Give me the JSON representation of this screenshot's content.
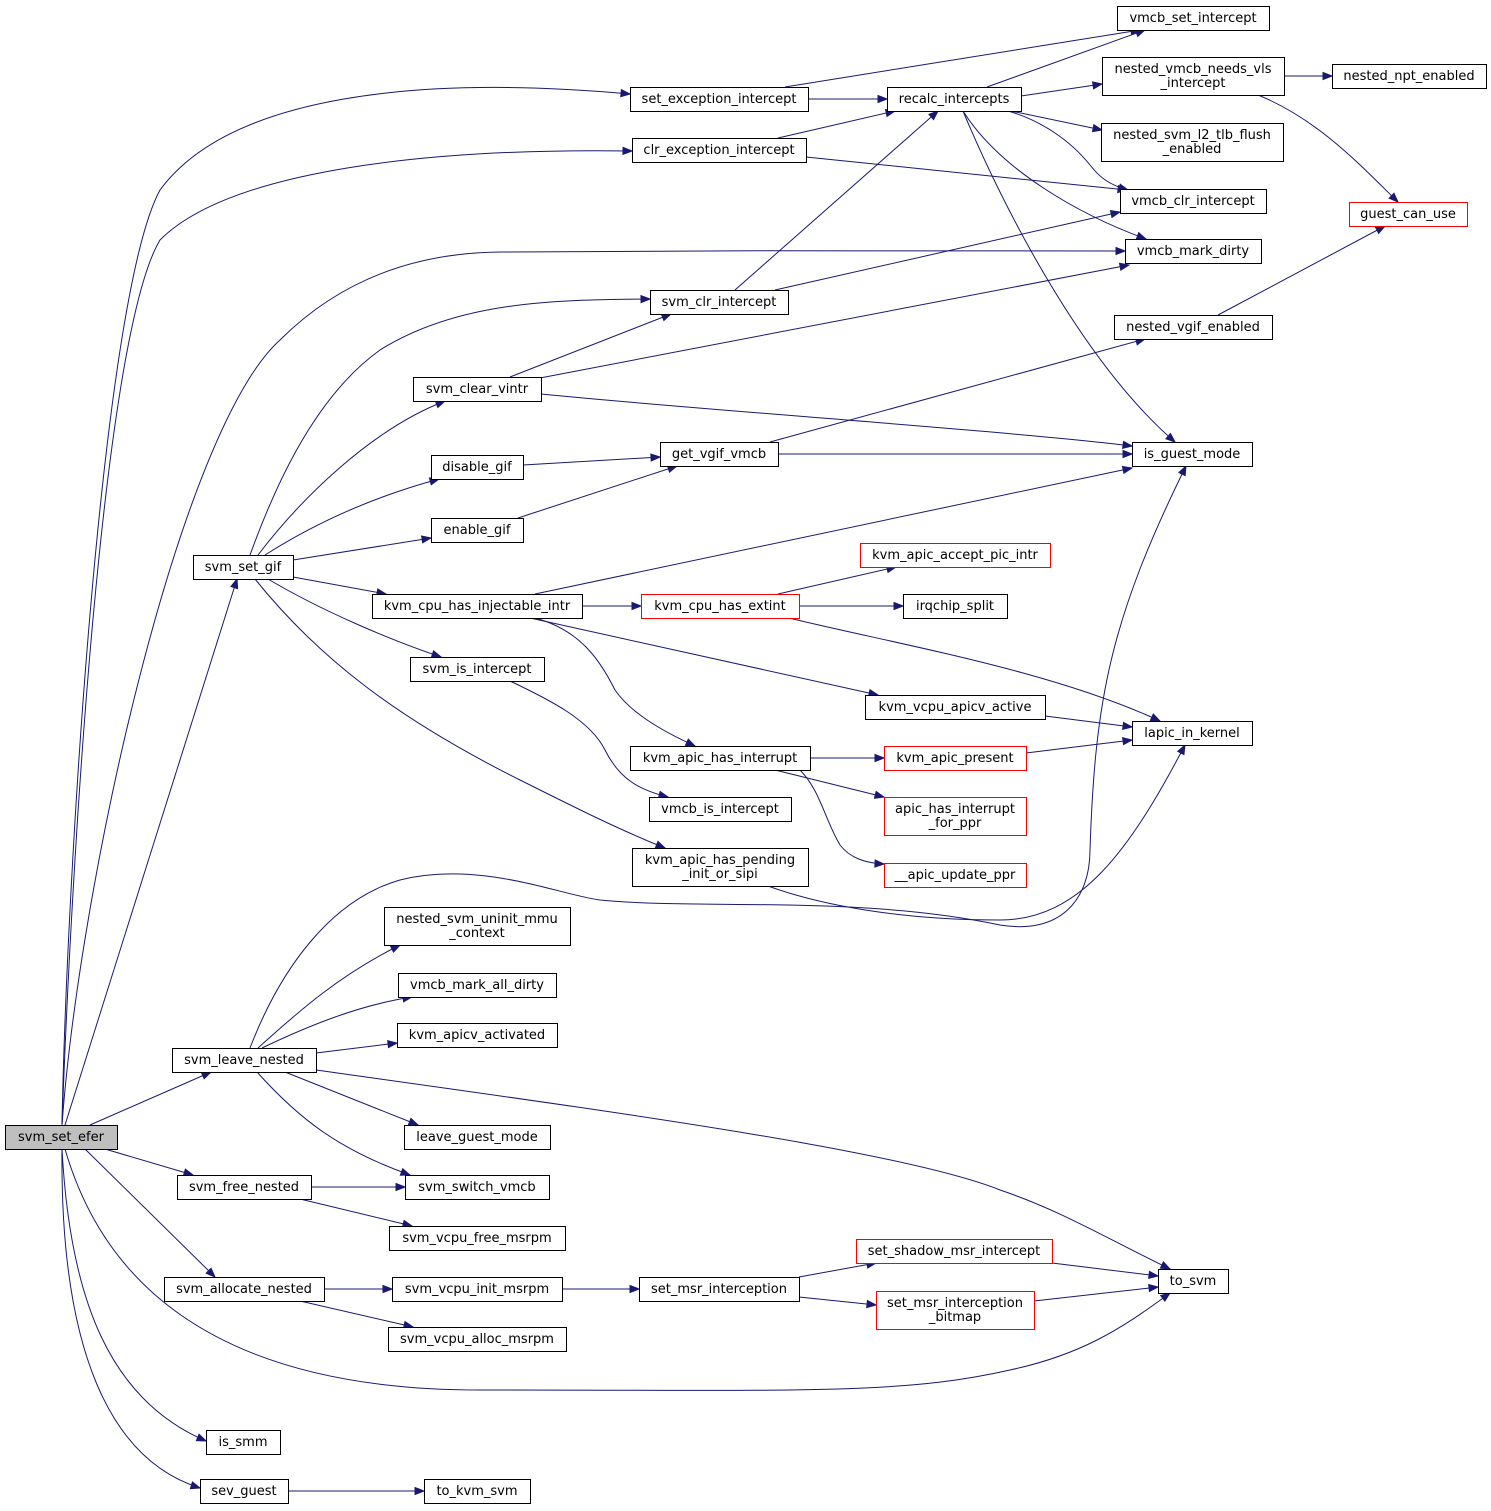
{
  "graph": {
    "root": "svm_set_efer",
    "colors": {
      "edge": "#191970",
      "border": "#000000",
      "truncated_border": "#ff0000",
      "root_fill": "#bfbfbf"
    },
    "nodes": [
      {
        "id": "svm_set_efer",
        "lines": [
          "svm_set_efer"
        ],
        "root": true
      },
      {
        "id": "svm_set_gif",
        "lines": [
          "svm_set_gif"
        ]
      },
      {
        "id": "svm_leave_nested",
        "lines": [
          "svm_leave_nested"
        ]
      },
      {
        "id": "svm_free_nested",
        "lines": [
          "svm_free_nested"
        ]
      },
      {
        "id": "svm_allocate_nested",
        "lines": [
          "svm_allocate_nested"
        ]
      },
      {
        "id": "is_smm",
        "lines": [
          "is_smm"
        ]
      },
      {
        "id": "sev_guest",
        "lines": [
          "sev_guest"
        ]
      },
      {
        "id": "to_kvm_svm",
        "lines": [
          "to_kvm_svm"
        ]
      },
      {
        "id": "set_exception_intercept",
        "lines": [
          "set_exception_intercept"
        ]
      },
      {
        "id": "clr_exception_intercept",
        "lines": [
          "clr_exception_intercept"
        ]
      },
      {
        "id": "svm_clr_intercept",
        "lines": [
          "svm_clr_intercept"
        ]
      },
      {
        "id": "svm_clear_vintr",
        "lines": [
          "svm_clear_vintr"
        ]
      },
      {
        "id": "disable_gif",
        "lines": [
          "disable_gif"
        ]
      },
      {
        "id": "enable_gif",
        "lines": [
          "enable_gif"
        ]
      },
      {
        "id": "get_vgif_vmcb",
        "lines": [
          "get_vgif_vmcb"
        ]
      },
      {
        "id": "kvm_cpu_has_injectable_intr",
        "lines": [
          "kvm_cpu_has_injectable_intr"
        ]
      },
      {
        "id": "svm_is_intercept",
        "lines": [
          "svm_is_intercept"
        ]
      },
      {
        "id": "kvm_cpu_has_extint",
        "lines": [
          "kvm_cpu_has_extint"
        ],
        "truncated": true
      },
      {
        "id": "kvm_apic_accept_pic_intr",
        "lines": [
          "kvm_apic_accept_pic_intr"
        ],
        "truncated": true
      },
      {
        "id": "irqchip_split",
        "lines": [
          "irqchip_split"
        ]
      },
      {
        "id": "kvm_vcpu_apicv_active",
        "lines": [
          "kvm_vcpu_apicv_active"
        ]
      },
      {
        "id": "kvm_apic_has_interrupt",
        "lines": [
          "kvm_apic_has_interrupt"
        ]
      },
      {
        "id": "vmcb_is_intercept",
        "lines": [
          "vmcb_is_intercept"
        ]
      },
      {
        "id": "kvm_apic_has_pending_init_or_sipi",
        "lines": [
          "kvm_apic_has_pending",
          "_init_or_sipi"
        ]
      },
      {
        "id": "kvm_apic_present",
        "lines": [
          "kvm_apic_present"
        ],
        "truncated": true
      },
      {
        "id": "apic_has_interrupt_for_ppr",
        "lines": [
          "apic_has_interrupt",
          "_for_ppr"
        ],
        "truncated": true
      },
      {
        "id": "__apic_update_ppr",
        "lines": [
          "__apic_update_ppr"
        ],
        "truncated": true
      },
      {
        "id": "nested_svm_uninit_mmu_context",
        "lines": [
          "nested_svm_uninit_mmu",
          "_context"
        ]
      },
      {
        "id": "vmcb_mark_all_dirty",
        "lines": [
          "vmcb_mark_all_dirty"
        ]
      },
      {
        "id": "kvm_apicv_activated",
        "lines": [
          "kvm_apicv_activated"
        ]
      },
      {
        "id": "leave_guest_mode",
        "lines": [
          "leave_guest_mode"
        ]
      },
      {
        "id": "svm_switch_vmcb",
        "lines": [
          "svm_switch_vmcb"
        ]
      },
      {
        "id": "svm_vcpu_free_msrpm",
        "lines": [
          "svm_vcpu_free_msrpm"
        ]
      },
      {
        "id": "svm_vcpu_init_msrpm",
        "lines": [
          "svm_vcpu_init_msrpm"
        ]
      },
      {
        "id": "svm_vcpu_alloc_msrpm",
        "lines": [
          "svm_vcpu_alloc_msrpm"
        ]
      },
      {
        "id": "set_msr_interception",
        "lines": [
          "set_msr_interception"
        ]
      },
      {
        "id": "set_shadow_msr_intercept",
        "lines": [
          "set_shadow_msr_intercept"
        ],
        "truncated": true
      },
      {
        "id": "set_msr_interception_bitmap",
        "lines": [
          "set_msr_interception",
          "_bitmap"
        ],
        "truncated": true
      },
      {
        "id": "to_svm",
        "lines": [
          "to_svm"
        ]
      },
      {
        "id": "recalc_intercepts",
        "lines": [
          "recalc_intercepts"
        ]
      },
      {
        "id": "vmcb_set_intercept",
        "lines": [
          "vmcb_set_intercept"
        ]
      },
      {
        "id": "nested_vmcb_needs_vls_intercept",
        "lines": [
          "nested_vmcb_needs_vls",
          "_intercept"
        ]
      },
      {
        "id": "nested_npt_enabled",
        "lines": [
          "nested_npt_enabled"
        ]
      },
      {
        "id": "nested_svm_l2_tlb_flush_enabled",
        "lines": [
          "nested_svm_l2_tlb_flush",
          "_enabled"
        ]
      },
      {
        "id": "vmcb_clr_intercept",
        "lines": [
          "vmcb_clr_intercept"
        ]
      },
      {
        "id": "vmcb_mark_dirty",
        "lines": [
          "vmcb_mark_dirty"
        ]
      },
      {
        "id": "guest_can_use",
        "lines": [
          "guest_can_use"
        ],
        "truncated": true
      },
      {
        "id": "nested_vgif_enabled",
        "lines": [
          "nested_vgif_enabled"
        ]
      },
      {
        "id": "is_guest_mode",
        "lines": [
          "is_guest_mode"
        ]
      },
      {
        "id": "lapic_in_kernel",
        "lines": [
          "lapic_in_kernel"
        ]
      }
    ],
    "edges": [
      [
        "svm_set_efer",
        "set_exception_intercept"
      ],
      [
        "svm_set_efer",
        "clr_exception_intercept"
      ],
      [
        "svm_set_efer",
        "vmcb_mark_dirty"
      ],
      [
        "svm_set_efer",
        "svm_set_gif"
      ],
      [
        "svm_set_efer",
        "svm_leave_nested"
      ],
      [
        "svm_set_efer",
        "svm_free_nested"
      ],
      [
        "svm_set_efer",
        "svm_allocate_nested"
      ],
      [
        "svm_set_efer",
        "to_svm"
      ],
      [
        "svm_set_efer",
        "is_smm"
      ],
      [
        "svm_set_efer",
        "sev_guest"
      ],
      [
        "sev_guest",
        "to_kvm_svm"
      ],
      [
        "set_exception_intercept",
        "recalc_intercepts"
      ],
      [
        "set_exception_intercept",
        "vmcb_set_intercept"
      ],
      [
        "clr_exception_intercept",
        "recalc_intercepts"
      ],
      [
        "clr_exception_intercept",
        "vmcb_clr_intercept"
      ],
      [
        "recalc_intercepts",
        "vmcb_set_intercept"
      ],
      [
        "recalc_intercepts",
        "nested_vmcb_needs_vls_intercept"
      ],
      [
        "recalc_intercepts",
        "nested_svm_l2_tlb_flush_enabled"
      ],
      [
        "recalc_intercepts",
        "vmcb_clr_intercept"
      ],
      [
        "recalc_intercepts",
        "vmcb_mark_dirty"
      ],
      [
        "recalc_intercepts",
        "is_guest_mode"
      ],
      [
        "nested_vmcb_needs_vls_intercept",
        "nested_npt_enabled"
      ],
      [
        "nested_vmcb_needs_vls_intercept",
        "guest_can_use"
      ],
      [
        "nested_vgif_enabled",
        "guest_can_use"
      ],
      [
        "svm_set_gif",
        "svm_clr_intercept"
      ],
      [
        "svm_set_gif",
        "svm_clear_vintr"
      ],
      [
        "svm_set_gif",
        "disable_gif"
      ],
      [
        "svm_set_gif",
        "enable_gif"
      ],
      [
        "svm_set_gif",
        "kvm_cpu_has_injectable_intr"
      ],
      [
        "svm_set_gif",
        "svm_is_intercept"
      ],
      [
        "svm_set_gif",
        "kvm_apic_has_pending_init_or_sipi"
      ],
      [
        "svm_clr_intercept",
        "recalc_intercepts"
      ],
      [
        "svm_clr_intercept",
        "vmcb_clr_intercept"
      ],
      [
        "svm_clear_vintr",
        "svm_clr_intercept"
      ],
      [
        "svm_clear_vintr",
        "vmcb_mark_dirty"
      ],
      [
        "svm_clear_vintr",
        "is_guest_mode"
      ],
      [
        "disable_gif",
        "get_vgif_vmcb"
      ],
      [
        "enable_gif",
        "get_vgif_vmcb"
      ],
      [
        "get_vgif_vmcb",
        "nested_vgif_enabled"
      ],
      [
        "get_vgif_vmcb",
        "is_guest_mode"
      ],
      [
        "kvm_cpu_has_injectable_intr",
        "is_guest_mode"
      ],
      [
        "kvm_cpu_has_injectable_intr",
        "kvm_cpu_has_extint"
      ],
      [
        "kvm_cpu_has_injectable_intr",
        "kvm_vcpu_apicv_active"
      ],
      [
        "kvm_cpu_has_injectable_intr",
        "kvm_apic_has_interrupt"
      ],
      [
        "kvm_cpu_has_extint",
        "kvm_apic_accept_pic_intr"
      ],
      [
        "kvm_cpu_has_extint",
        "irqchip_split"
      ],
      [
        "kvm_cpu_has_extint",
        "lapic_in_kernel"
      ],
      [
        "kvm_vcpu_apicv_active",
        "lapic_in_kernel"
      ],
      [
        "svm_is_intercept",
        "vmcb_is_intercept"
      ],
      [
        "kvm_apic_has_interrupt",
        "kvm_apic_present"
      ],
      [
        "kvm_apic_has_interrupt",
        "apic_has_interrupt_for_ppr"
      ],
      [
        "kvm_apic_has_interrupt",
        "__apic_update_ppr"
      ],
      [
        "kvm_apic_present",
        "lapic_in_kernel"
      ],
      [
        "kvm_apic_has_pending_init_or_sipi",
        "lapic_in_kernel"
      ],
      [
        "svm_leave_nested",
        "is_guest_mode"
      ],
      [
        "svm_leave_nested",
        "nested_svm_uninit_mmu_context"
      ],
      [
        "svm_leave_nested",
        "vmcb_mark_all_dirty"
      ],
      [
        "svm_leave_nested",
        "kvm_apicv_activated"
      ],
      [
        "svm_leave_nested",
        "leave_guest_mode"
      ],
      [
        "svm_leave_nested",
        "svm_switch_vmcb"
      ],
      [
        "svm_leave_nested",
        "to_svm"
      ],
      [
        "svm_free_nested",
        "svm_switch_vmcb"
      ],
      [
        "svm_free_nested",
        "svm_vcpu_free_msrpm"
      ],
      [
        "svm_allocate_nested",
        "svm_vcpu_init_msrpm"
      ],
      [
        "svm_allocate_nested",
        "svm_vcpu_alloc_msrpm"
      ],
      [
        "svm_vcpu_init_msrpm",
        "set_msr_interception"
      ],
      [
        "set_msr_interception",
        "set_shadow_msr_intercept"
      ],
      [
        "set_msr_interception",
        "set_msr_interception_bitmap"
      ],
      [
        "set_shadow_msr_intercept",
        "to_svm"
      ],
      [
        "set_msr_interception_bitmap",
        "to_svm"
      ]
    ]
  }
}
